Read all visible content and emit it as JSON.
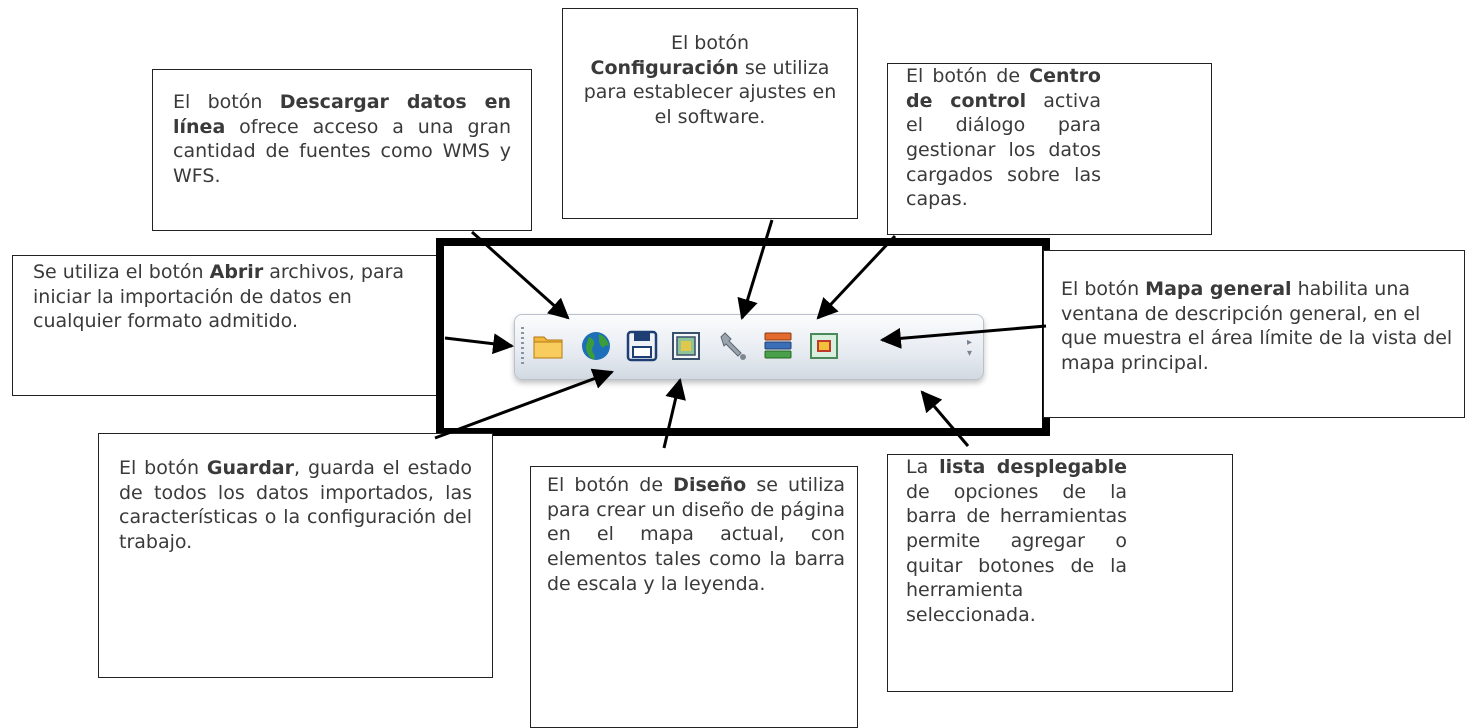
{
  "callouts": {
    "descargar": {
      "pre": "El botón ",
      "bold": "Descargar datos en línea",
      "post": " ofrece acceso a una gran cantidad de fuentes como WMS y WFS."
    },
    "configuracion": {
      "pre": "El botón ",
      "bold": "Configuración",
      "post": " se utiliza para establecer ajustes en el software."
    },
    "centro": {
      "pre": "El botón de ",
      "bold": "Centro de control",
      "post": " activa el diálogo para gestionar los datos cargados sobre las capas."
    },
    "abrir": {
      "pre": "Se utiliza el botón ",
      "bold": "Abrir",
      "post": " archivos, para iniciar la importación de datos en cualquier formato admitido."
    },
    "mapa": {
      "pre": "El botón ",
      "bold": "Mapa general",
      "post": " habilita una ventana de descripción general, en el que muestra el área límite de la vista del mapa principal."
    },
    "guardar": {
      "pre": "El botón ",
      "bold": "Guardar",
      "post": ", guarda el estado de todos los datos importados, las características o la configuración del trabajo."
    },
    "diseno": {
      "pre": "El botón de ",
      "bold": "Diseño",
      "post": " se utiliza para crear un diseño de página en el mapa actual, con elementos tales como la barra de escala y la leyenda."
    },
    "lista": {
      "pre": "La ",
      "bold": "lista desplegable",
      "post": " de opciones de la barra de herramientas permite agregar o quitar botones de la herramienta seleccionada."
    }
  },
  "toolbar": {
    "icons": [
      "folder-icon",
      "globe-icon",
      "save-icon",
      "layout-icon",
      "wrench-icon",
      "layers-icon",
      "overview-map-icon"
    ]
  },
  "colors": {
    "border": "#222222",
    "frame": "#000000",
    "text": "#3a3a3a"
  }
}
